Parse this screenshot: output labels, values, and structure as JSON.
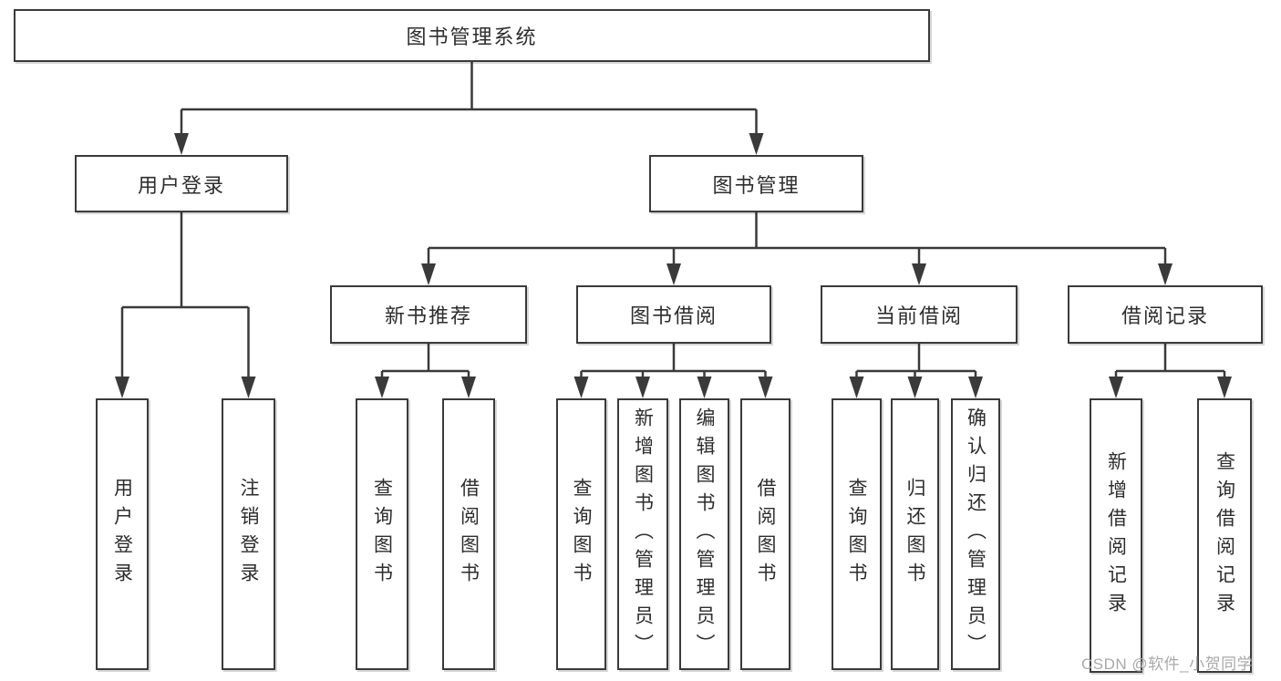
{
  "tree": {
    "root": "图书管理系统",
    "branches": [
      {
        "label": "用户登录",
        "children": [
          "用户登录",
          "注销登录"
        ]
      },
      {
        "label": "图书管理",
        "groups": [
          {
            "label": "新书推荐",
            "children": [
              "查询图书",
              "借阅图书"
            ]
          },
          {
            "label": "图书借阅",
            "children": [
              "查询图书",
              "新增图书（管理员）",
              "编辑图书（管理员）",
              "借阅图书"
            ]
          },
          {
            "label": "当前借阅",
            "children": [
              "查询图书",
              "归还图书",
              "确认归还（管理员）"
            ]
          },
          {
            "label": "借阅记录",
            "children": [
              "新增借阅记录",
              "查询借阅记录"
            ]
          }
        ]
      }
    ]
  },
  "watermark": "CSDN @软件_小贺同学",
  "colors": {
    "line": "#3a3a3a",
    "box_border": "#3a3a3a",
    "text": "#2d2d2d",
    "watermark": "#a9a9a9",
    "background": "#ffffff"
  }
}
